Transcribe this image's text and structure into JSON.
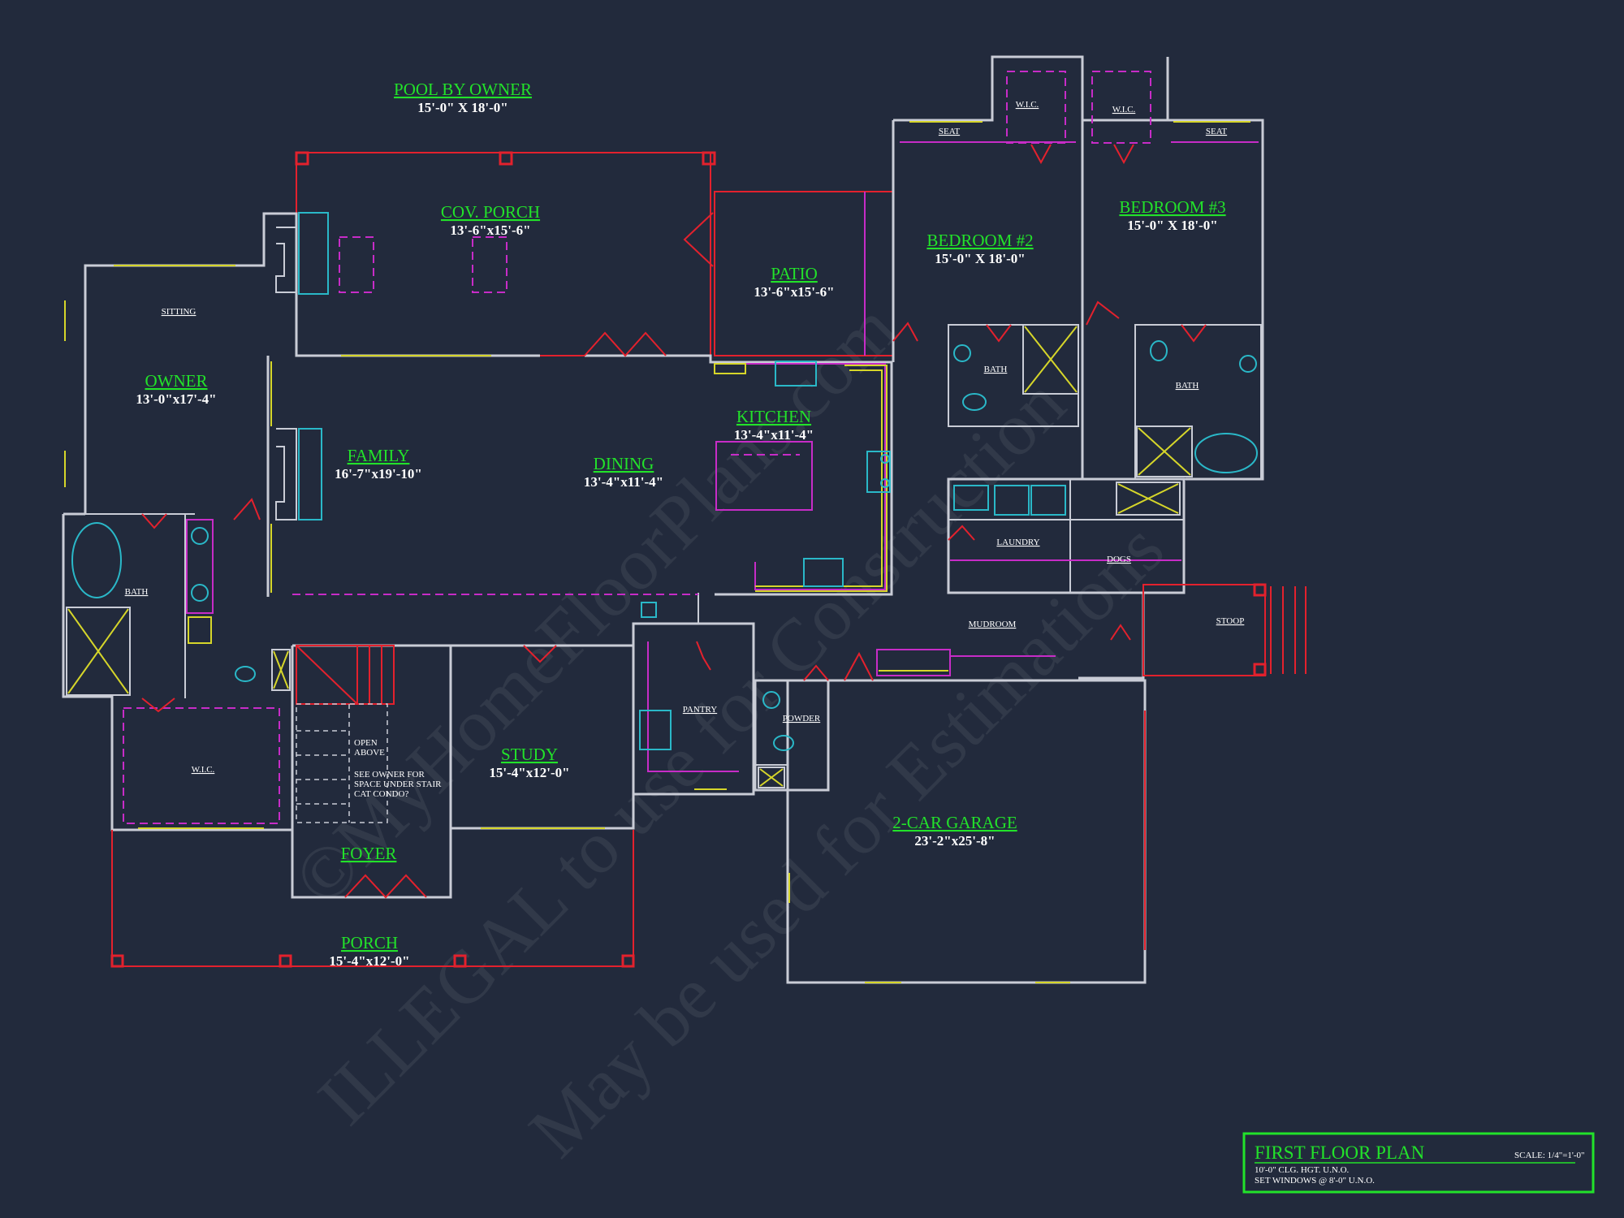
{
  "rooms": {
    "pool": {
      "name": "POOL BY OWNER",
      "dim": "15'-0\" X 18'-0\""
    },
    "cov_porch": {
      "name": "COV. PORCH",
      "dim": "13'-6\"x15'-6\""
    },
    "patio": {
      "name": "PATIO",
      "dim": "13'-6\"x15'-6\""
    },
    "bedroom2": {
      "name": "BEDROOM #2",
      "dim": "15'-0\" X 18'-0\""
    },
    "bedroom3": {
      "name": "BEDROOM #3",
      "dim": "15'-0\" X 18'-0\""
    },
    "owner": {
      "name": "OWNER",
      "dim": "13'-0\"x17'-4\""
    },
    "family": {
      "name": "FAMILY",
      "dim": "16'-7\"x19'-10\""
    },
    "dining": {
      "name": "DINING",
      "dim": "13'-4\"x11'-4\""
    },
    "kitchen": {
      "name": "KITCHEN",
      "dim": "13'-4\"x11'-4\""
    },
    "study": {
      "name": "STUDY",
      "dim": "15'-4\"x12'-0\""
    },
    "garage": {
      "name": "2-CAR GARAGE",
      "dim": "23'-2\"x25'-8\""
    },
    "foyer": {
      "name": "FOYER"
    },
    "porch": {
      "name": "PORCH",
      "dim": "15'-4\"x12'-0\""
    }
  },
  "small_labels": {
    "sitting": "SITTING",
    "owner_bath": "BATH",
    "owner_wic": "W.I.C.",
    "bed2_bath": "BATH",
    "bed3_bath": "BATH",
    "wic_left": "W.I.C.",
    "wic_right": "W.I.C.",
    "seat_left": "SEAT",
    "seat_right": "SEAT",
    "laundry": "LAUNDRY",
    "dogs": "DOGS",
    "mudroom": "MUDROOM",
    "stoop": "STOOP",
    "pantry": "PANTRY",
    "powder": "POWDER"
  },
  "stair_notes": {
    "line1": "OPEN",
    "line2": "ABOVE",
    "line3": "SEE OWNER FOR",
    "line4": "SPACE UNDER STAIR",
    "line5": "CAT CONDO?"
  },
  "watermark": {
    "line1": "©MyHomeFloorPlans.com",
    "line2": "ILLEGAL to use for Construction",
    "line3": "May be used for Estimations"
  },
  "title_block": {
    "title": "FIRST FLOOR PLAN",
    "scale": "SCALE: 1/4\"=1'-0\"",
    "note1": "10'-0\" CLG. HGT. U.N.O.",
    "note2": "SET WINDOWS @ 8'-0\" U.N.O."
  },
  "colors": {
    "background": "#222a3c",
    "walls": "#c9ccd6",
    "room_labels": "#22e22a",
    "posts_and_doors": "#e3212d",
    "cabinets": "#c72cc7",
    "fixtures": "#2ab8c8",
    "windows": "#d6d62a"
  }
}
